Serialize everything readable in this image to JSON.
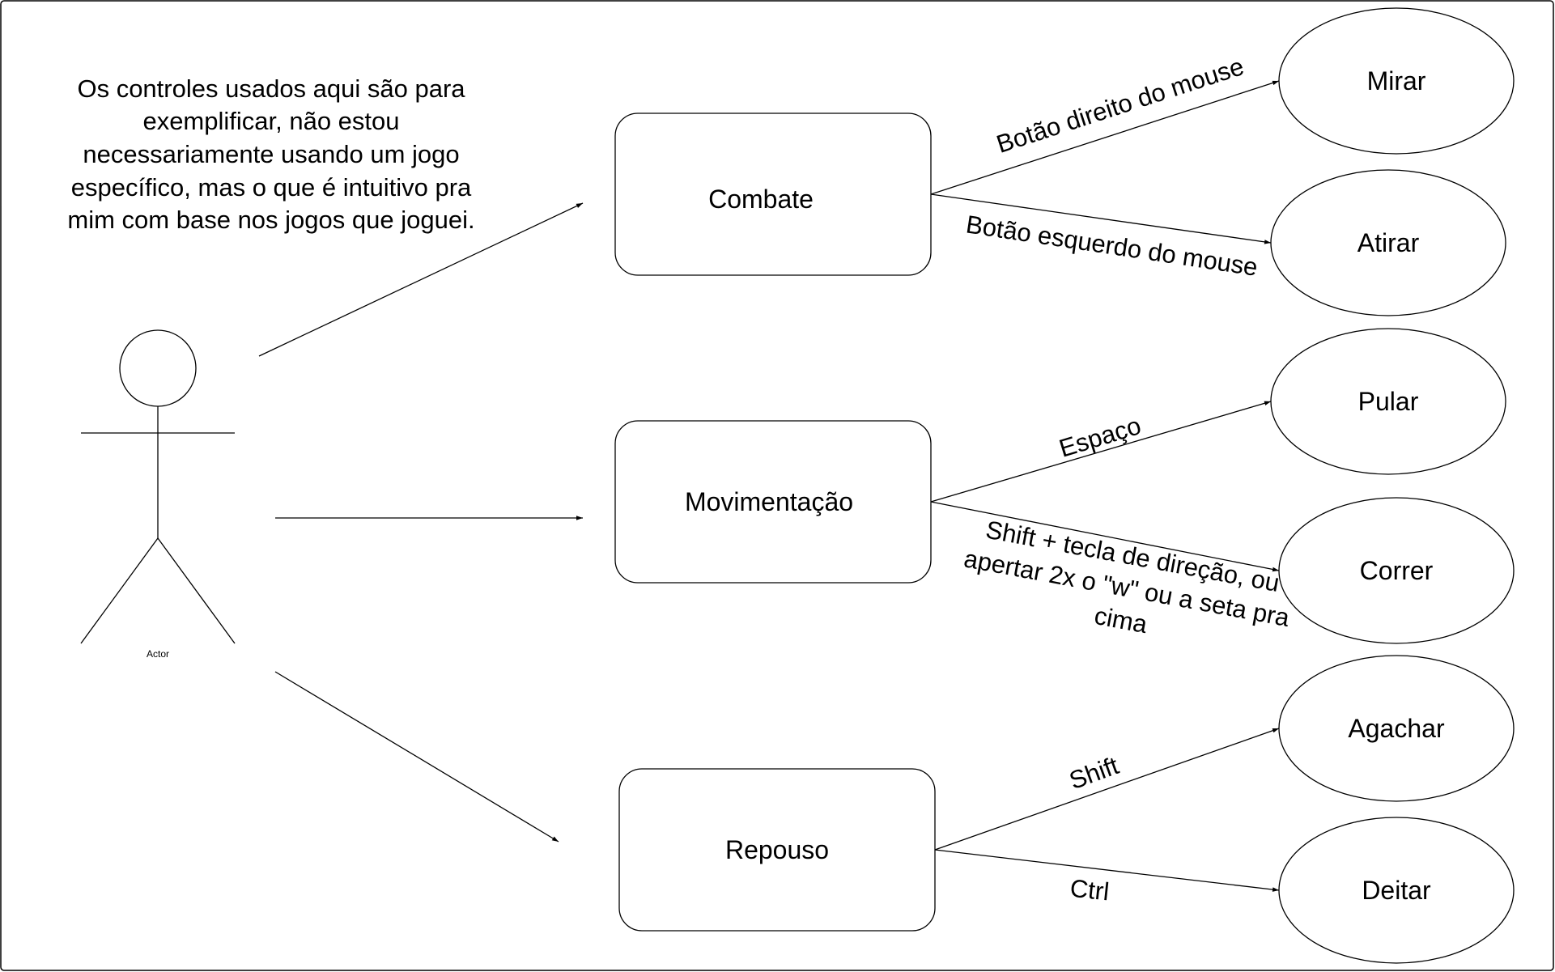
{
  "note": {
    "lines": [
      "Os controles usados aqui são para",
      "exemplificar, não estou",
      "necessariamente usando um jogo",
      "específico, mas o que é intuitivo pra",
      "mim com base nos jogos que joguei."
    ]
  },
  "actor": {
    "label": "Actor"
  },
  "categories": {
    "combate": "Combate",
    "movimentacao": "Movimentação",
    "repouso": "Repouso"
  },
  "actions": {
    "mirar": "Mirar",
    "atirar": "Atirar",
    "pular": "Pular",
    "correr": "Correr",
    "agachar": "Agachar",
    "deitar": "Deitar"
  },
  "edge_labels": {
    "mirar": "Botão direito do mouse",
    "atirar": "Botão esquerdo do mouse",
    "pular": "Espaço",
    "correr": [
      "Shift + tecla de direção, ou",
      "apertar 2x o \"w\" ou a seta pra",
      "cima"
    ],
    "agachar": "Shift",
    "deitar": "Ctrl"
  }
}
